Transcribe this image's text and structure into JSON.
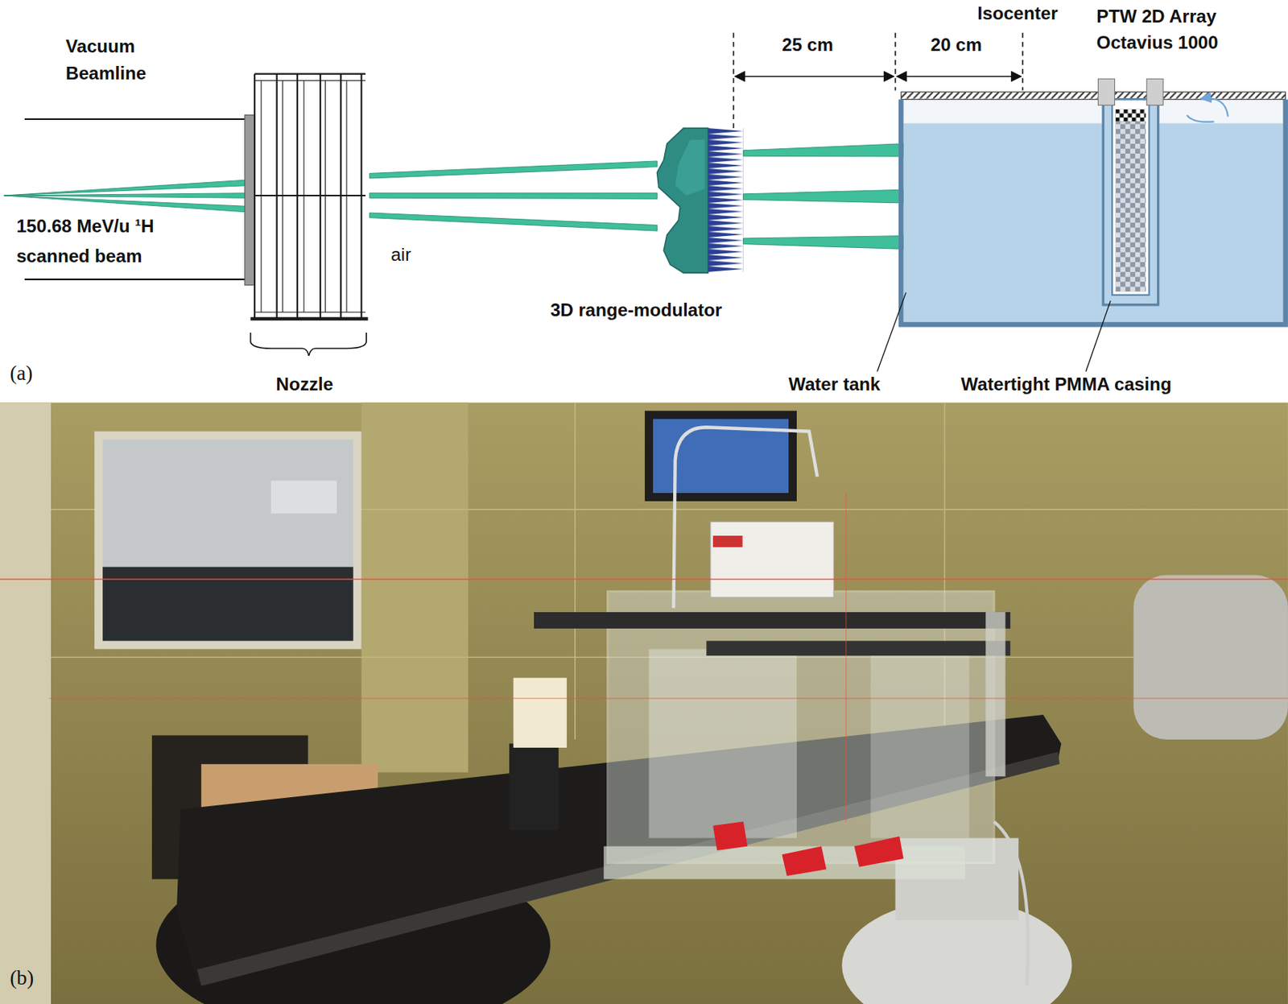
{
  "diagram": {
    "labels": [
      "Vacuum Beamline",
      "150.68 MeV/u ¹H scanned beam",
      "air",
      "Nozzle",
      "3D range-modulator",
      "25 cm",
      "20 cm",
      "Isocenter",
      "PTW 2D Array Octavius 1000",
      "Water tank",
      "Watertight PMMA casing",
      "(a)",
      "(b)"
    ]
  }
}
